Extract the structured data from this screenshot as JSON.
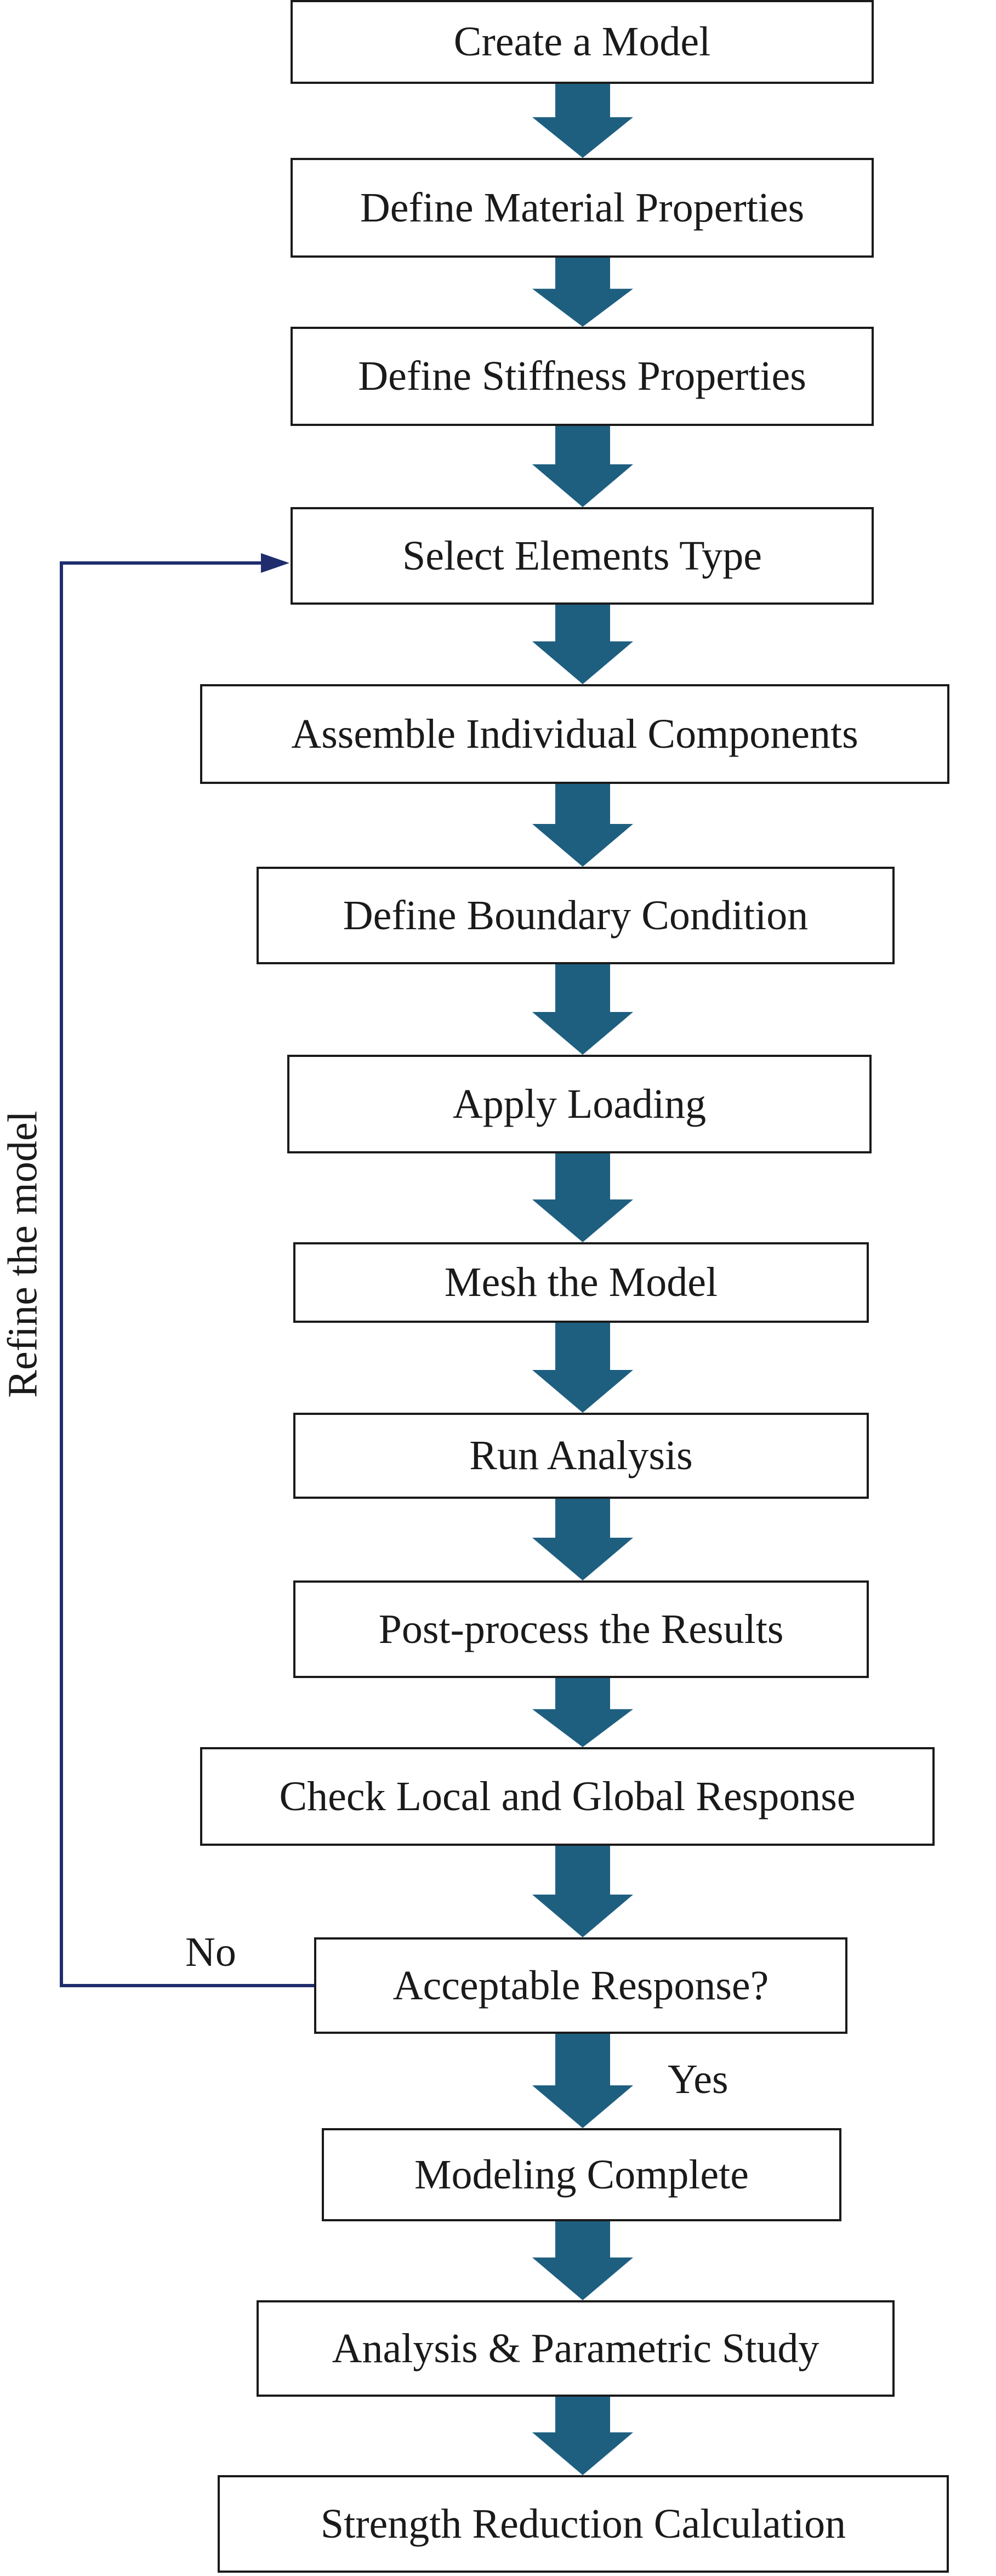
{
  "steps": [
    {
      "id": "create-model",
      "label": "Create a Model"
    },
    {
      "id": "define-material",
      "label": "Define Material Properties"
    },
    {
      "id": "define-stiffness",
      "label": "Define Stiffness Properties"
    },
    {
      "id": "select-elements",
      "label": "Select Elements Type"
    },
    {
      "id": "assemble-components",
      "label": "Assemble Individual Components"
    },
    {
      "id": "define-boundary",
      "label": "Define Boundary Condition"
    },
    {
      "id": "apply-loading",
      "label": "Apply Loading"
    },
    {
      "id": "mesh-model",
      "label": "Mesh the Model"
    },
    {
      "id": "run-analysis",
      "label": "Run Analysis"
    },
    {
      "id": "post-process",
      "label": "Post-process the Results"
    },
    {
      "id": "check-response",
      "label": "Check Local and Global Response"
    },
    {
      "id": "acceptable-response",
      "label": "Acceptable Response?"
    },
    {
      "id": "modeling-complete",
      "label": "Modeling Complete"
    },
    {
      "id": "parametric-study",
      "label": "Analysis & Parametric Study"
    },
    {
      "id": "strength-reduction",
      "label": "Strength Reduction Calculation"
    }
  ],
  "feedback": {
    "loop_label": "Refine the model",
    "no_label": "No",
    "yes_label": "Yes"
  },
  "colors": {
    "arrow_fill": "#1e5f80",
    "loop_line": "#1f2d6e",
    "box_border": "#1a1a1a"
  }
}
